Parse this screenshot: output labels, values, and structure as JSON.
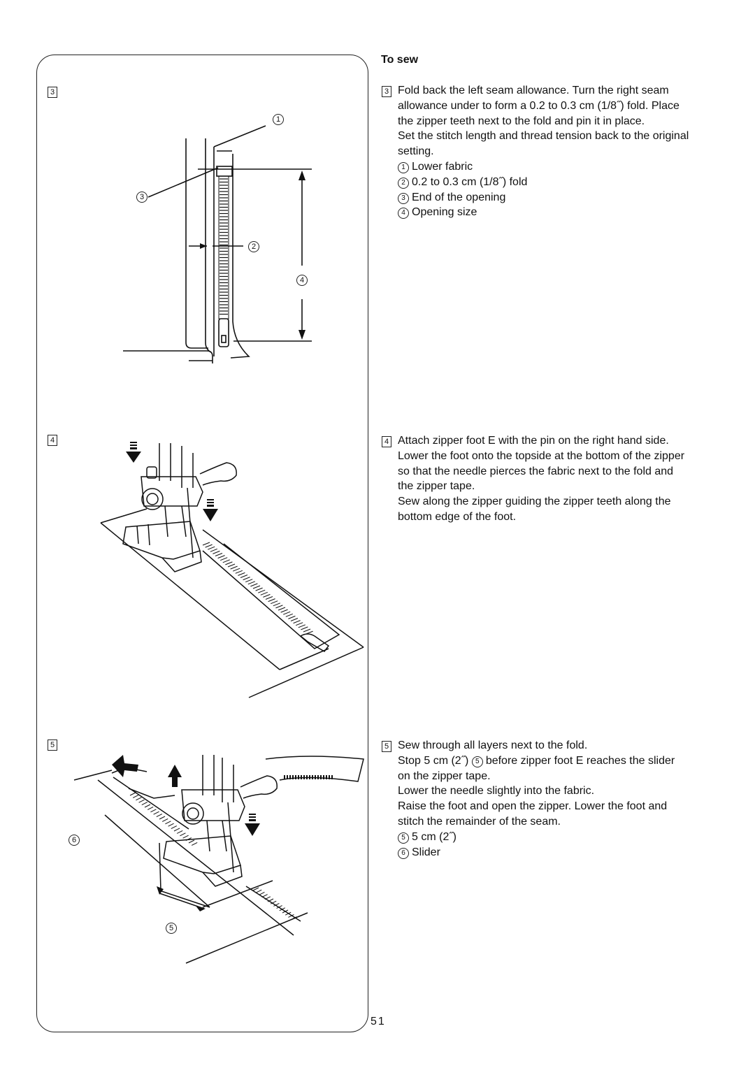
{
  "heading": "To sew",
  "page_number": "51",
  "figure_labels": {
    "fig3": "3",
    "fig4": "4",
    "fig5": "5"
  },
  "fig_callouts": {
    "c1": "1",
    "c2": "2",
    "c3": "3",
    "c4": "4",
    "c5": "5",
    "c6": "6"
  },
  "sec3": {
    "num": "3",
    "para1": "Fold back the left seam allowance. Turn the right seam allowance under to form a 0.2 to 0.3 cm (1/8˝) fold. Place the zipper teeth next to the fold and pin it in place.",
    "para2": "Set the stitch length and thread tension back to the original setting.",
    "items": [
      {
        "n": "1",
        "t": "Lower fabric"
      },
      {
        "n": "2",
        "t": "0.2 to 0.3 cm (1/8˝) fold"
      },
      {
        "n": "3",
        "t": "End of the opening"
      },
      {
        "n": "4",
        "t": "Opening size"
      }
    ]
  },
  "sec4": {
    "num": "4",
    "para1": "Attach zipper foot E with the pin on the right hand side.",
    "para2": "Lower the foot onto the topside at the bottom of the zipper so that the needle pierces the fabric next to the fold and the zipper tape.",
    "para3": "Sew along the zipper guiding the zipper teeth along the bottom edge of the foot."
  },
  "sec5": {
    "num": "5",
    "para1": "Sew through all layers next to the fold.",
    "para2_a": "Stop 5 cm (2˝)",
    "para2_n": "5",
    "para2_b": "before zipper foot E reaches the slider on the zipper tape.",
    "para3": "Lower the needle slightly into the fabric.",
    "para4": "Raise the foot and open the zipper. Lower the foot and stitch the remainder of the seam.",
    "items": [
      {
        "n": "5",
        "t": "5 cm (2˝)"
      },
      {
        "n": "6",
        "t": "Slider"
      }
    ]
  }
}
